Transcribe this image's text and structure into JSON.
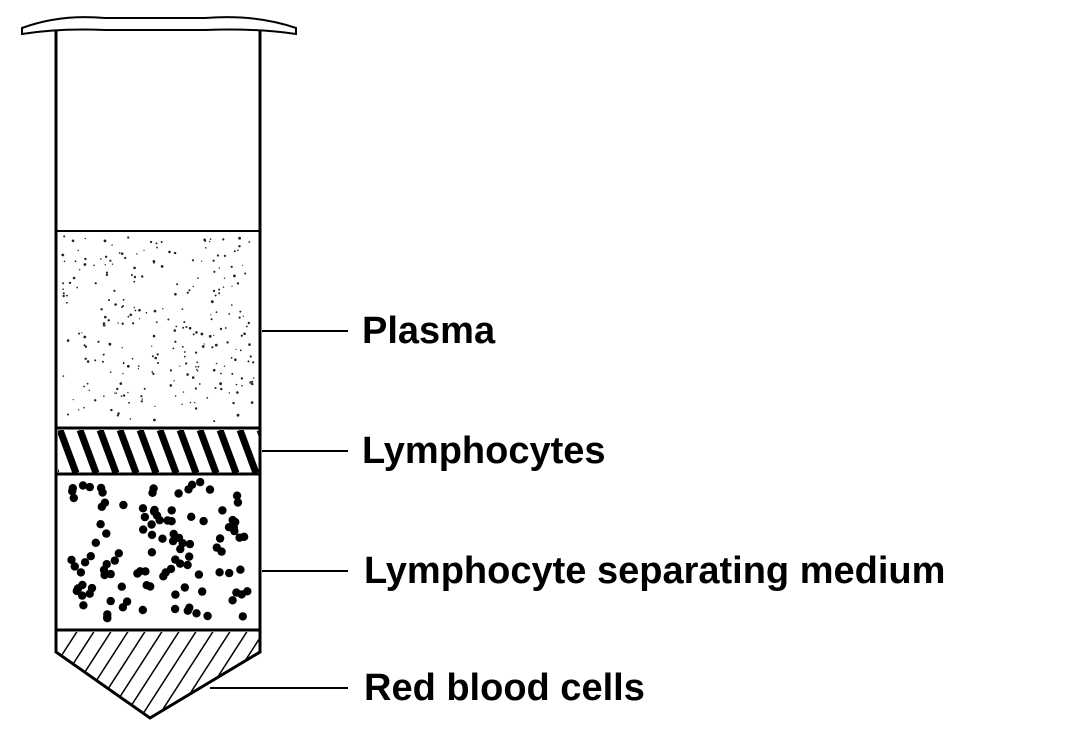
{
  "labels": {
    "plasma": "Plasma",
    "lymphocytes": "Lymphocytes",
    "separating_medium": "Lymphocyte separating medium",
    "red_blood_cells": "Red blood cells"
  },
  "colors": {
    "ink": "#000000",
    "background": "#ffffff"
  }
}
